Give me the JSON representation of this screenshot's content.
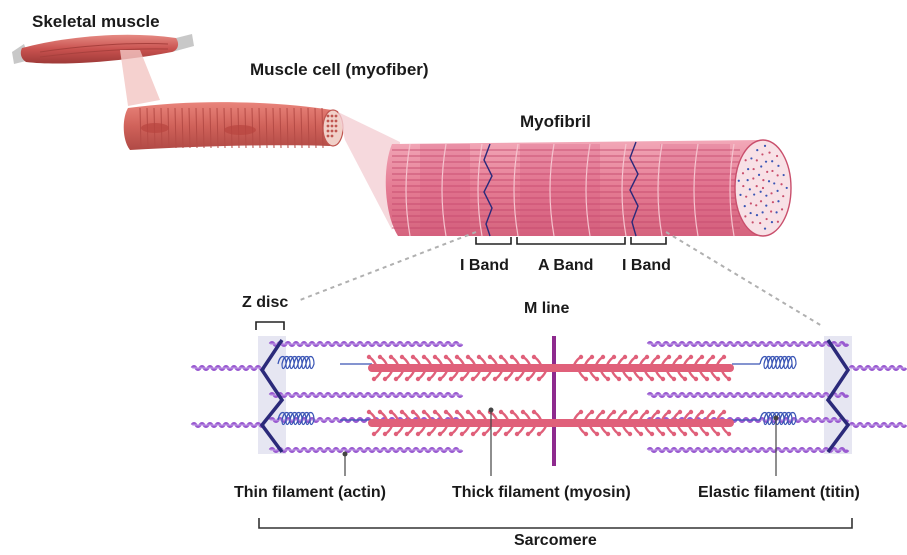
{
  "labels": {
    "skeletal_muscle": "Skeletal muscle",
    "muscle_cell": "Muscle cell (myofiber)",
    "myofibril": "Myofibril",
    "i_band_left": "I Band",
    "a_band": "A Band",
    "i_band_right": "I Band",
    "z_disc": "Z disc",
    "m_line": "M line",
    "thin_filament": "Thin filament (actin)",
    "thick_filament": "Thick filament (myosin)",
    "elastic_filament": "Elastic filament (titin)",
    "sarcomere": "Sarcomere"
  },
  "colors": {
    "muscle_red": "#c9524f",
    "myofibril_pink": "#e57b93",
    "myosin_pink": "#e0607a",
    "actin_purple": "#9a5bd1",
    "z_disc_navy": "#2b2a7a",
    "m_line_purple": "#8e2a8e",
    "titin_blue": "#3a55b5",
    "leader_gray": "#b0b0b0"
  }
}
